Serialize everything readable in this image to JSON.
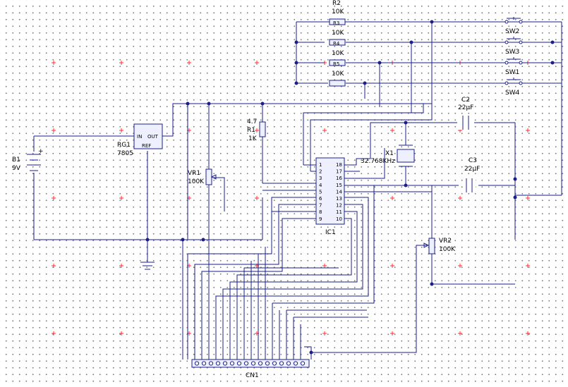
{
  "labels": {
    "r2": "R2",
    "r2_val": "10K",
    "r3": "R3",
    "r3_val": "10K",
    "r4": "R4",
    "r4_val": "10K",
    "r5": "R5",
    "r5_val": "10K",
    "sw1": "SW1",
    "sw2": "SW2",
    "sw3": "SW3",
    "sw4": "SW4",
    "c2": "C2",
    "c2_val": "22µF",
    "c3": "C3",
    "c3_val": "22µF",
    "x1": "X1",
    "x1_val": "32.768KHz",
    "r1_val": "4.7",
    "r1": "R1",
    "r1_unit": "1K",
    "b1": "B1",
    "b1_val": "9V",
    "rg1": "RG1",
    "rg1_val": "7805",
    "rg_in": "IN",
    "rg_out": "OUT",
    "rg_ref": "REF",
    "vr1": "VR1",
    "vr1_val": "100K",
    "vr2": "VR2",
    "vr2_val": "100K",
    "ic1": "IC1",
    "cn1": "CN1"
  },
  "ic_pins_left": [
    "1",
    "2",
    "3",
    "4",
    "5",
    "6",
    "7",
    "8",
    "9"
  ],
  "ic_pins_right": [
    "18",
    "17",
    "16",
    "15",
    "14",
    "13",
    "12",
    "11",
    "10"
  ],
  "colors": {
    "wire": "#1a1f8c",
    "grid_dot": "#7a7a7a",
    "grid_cross": "#ff3030",
    "component_fill": "#eef0ff"
  }
}
